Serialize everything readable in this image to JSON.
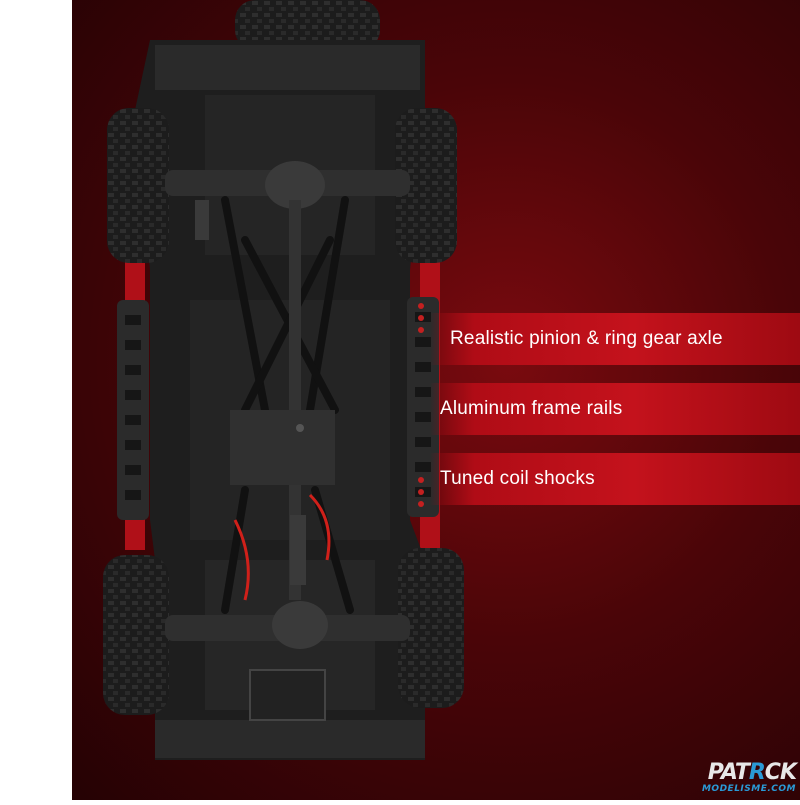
{
  "callouts": [
    {
      "label": "Realistic pinion & ring gear axle"
    },
    {
      "label": "Aluminum frame rails"
    },
    {
      "label": "Tuned coil shocks"
    }
  ],
  "watermark": {
    "top_prefix": "PAT",
    "top_accent": "R",
    "top_suffix": "CK",
    "bottom": "MODELISME.COM"
  },
  "colors": {
    "background_red": "#4a0508",
    "banner_red": "#c4121c",
    "chassis_black": "#1a1a1a",
    "body_red": "#b01018",
    "logo_blue": "#2a9ad6"
  }
}
